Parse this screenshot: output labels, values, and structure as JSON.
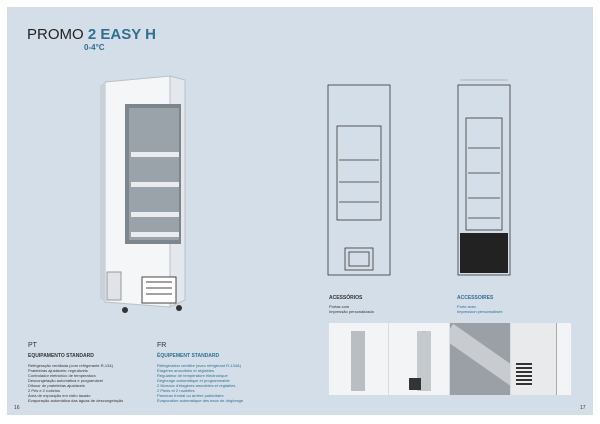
{
  "title": {
    "prefix": "PROMO",
    "model": "2 EASY H",
    "temp": "0-4°C"
  },
  "pt": {
    "lang": "PT",
    "heading": "EQUIPAMENTO STANDARD",
    "items": [
      "Refrigeração ventilada (com refrigerante R-134)",
      "Prateleiras ajustáveis: regruláveis",
      "Controlador eletrónico de temperatura",
      "Descongelação automática e programável",
      "Difusor de prateleiras ajustáveis",
      "2 Pés e 2 rodízios",
      "Área de exposição em vidro lacado",
      "Evaporação automática das águas de descongelação"
    ]
  },
  "fr": {
    "lang": "FR",
    "heading": "ÉQUIPEMENT STANDARD",
    "items": [
      "Réfrigération ventilée (avec réfrigérant R-134A)",
      "Étagères amovibles et réglables",
      "Régulateur de température électronique",
      "Dégivrage automatique et programmable",
      "2 Niveaux d'étagères amovibles et réglables",
      "2 Pieds et 2 roulettes",
      "Panneau frontal ou arrière publicitaire",
      "Évaporation automatique des eaux de dégivrage"
    ]
  },
  "acc_pt": {
    "heading": "ACESSÓRIOS",
    "lines": [
      "Portas com",
      "Impressão personalizada"
    ]
  },
  "acc_fr": {
    "heading": "ACCESSOIRES",
    "lines": [
      "Porte avec",
      "Impression personnalisée"
    ]
  },
  "pages": {
    "left": "16",
    "right": "17"
  }
}
